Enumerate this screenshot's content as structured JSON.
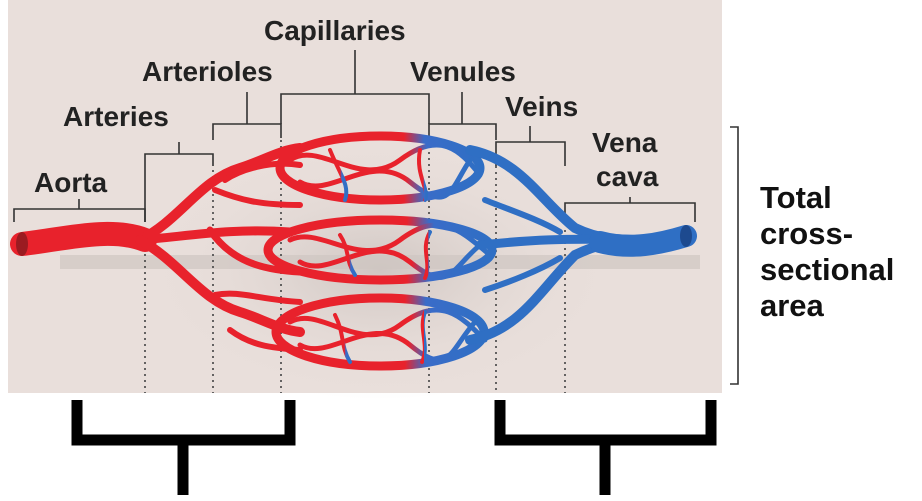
{
  "labels": {
    "aorta": "Aorta",
    "arteries": "Arteries",
    "arterioles": "Arterioles",
    "capillaries": "Capillaries",
    "venules": "Venules",
    "veins": "Veins",
    "vena_cava_line1": "Vena",
    "vena_cava_line2": "cava"
  },
  "side_label": {
    "line1": "Total",
    "line2": "cross-",
    "line3": "sectional",
    "line4": "area"
  },
  "colors": {
    "arterial": "#e8222c",
    "venous": "#2f6fc4",
    "background_panel": "#e9dfdb",
    "bracket_thin": "#333333",
    "bracket_thick": "#000000"
  }
}
